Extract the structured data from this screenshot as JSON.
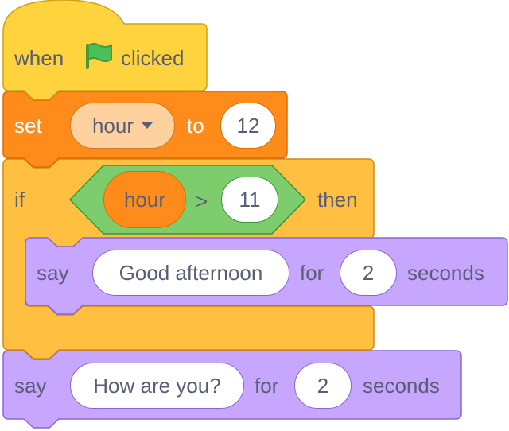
{
  "colors": {
    "events": "#ffd33d",
    "events_border": "#cca317",
    "variables": "#ff8c1a",
    "variables_border": "#db6e00",
    "control": "#ffbf40",
    "control_border": "#cf8b17",
    "looks": "#c6a6ff",
    "looks_border": "#8865d6",
    "operators": "#7dcd6d",
    "operators_border": "#389438",
    "flag_green": "#4cbf56"
  },
  "hat_block": {
    "when_label": "when",
    "flag_icon": "green-flag-icon",
    "clicked_label": "clicked"
  },
  "set_block": {
    "set_label": "set",
    "variable": "hour",
    "to_label": "to",
    "value": "12"
  },
  "if_block": {
    "if_label": "if",
    "condition": {
      "left": "hour",
      "operator": ">",
      "right": "11"
    },
    "then_label": "then"
  },
  "say_inner": {
    "say_label": "say",
    "message": "Good afternoon",
    "for_label": "for",
    "seconds_value": "2",
    "seconds_label": "seconds"
  },
  "say_outer": {
    "say_label": "say",
    "message": "How are you?",
    "for_label": "for",
    "seconds_value": "2",
    "seconds_label": "seconds"
  }
}
